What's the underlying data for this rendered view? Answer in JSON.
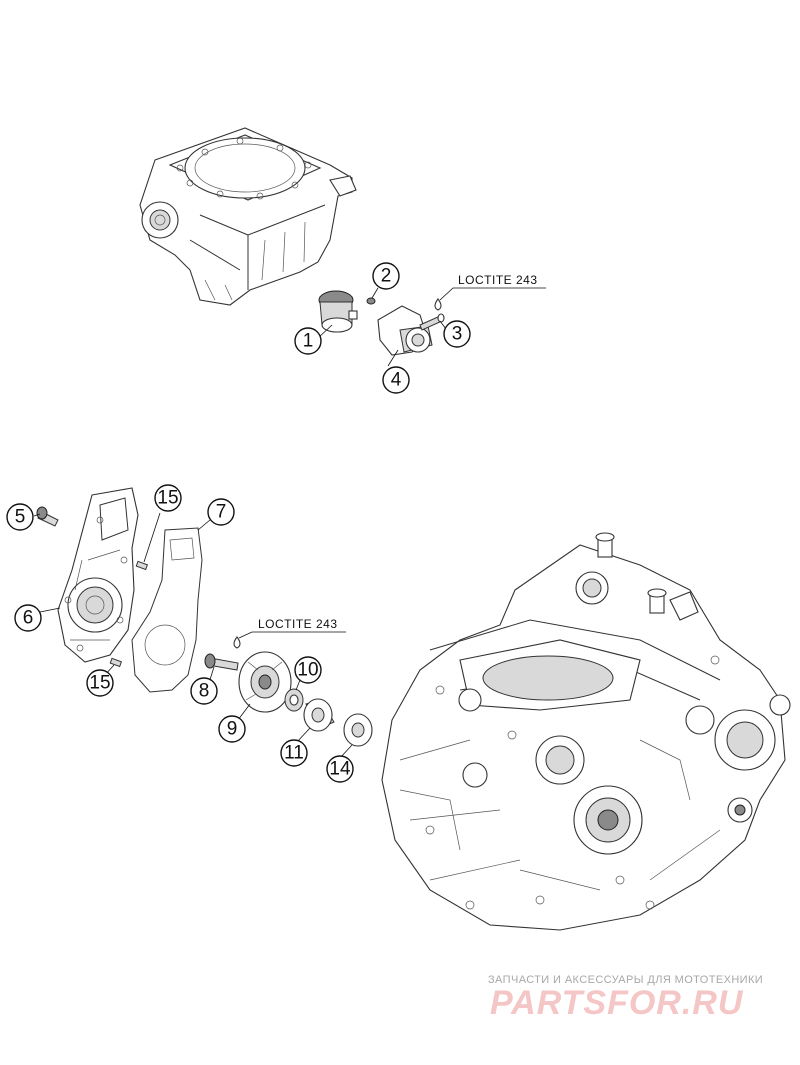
{
  "callouts": [
    {
      "id": "1",
      "label": "1"
    },
    {
      "id": "2",
      "label": "2"
    },
    {
      "id": "3",
      "label": "3"
    },
    {
      "id": "4",
      "label": "4"
    },
    {
      "id": "5",
      "label": "5"
    },
    {
      "id": "6",
      "label": "6"
    },
    {
      "id": "7",
      "label": "7"
    },
    {
      "id": "8",
      "label": "8"
    },
    {
      "id": "9",
      "label": "9"
    },
    {
      "id": "10",
      "label": "10"
    },
    {
      "id": "11",
      "label": "11"
    },
    {
      "id": "14",
      "label": "14"
    },
    {
      "id": "15a",
      "label": "15"
    },
    {
      "id": "15b",
      "label": "15"
    }
  ],
  "notes": {
    "top": "LOCTITE 243",
    "bottom": "LOCTITE 243"
  },
  "watermark": {
    "subtitle": "ЗАПЧАСТИ И АКСЕССУАРЫ ДЛЯ МОТОТЕХНИКИ",
    "logo": "PARTSFOR.RU"
  }
}
